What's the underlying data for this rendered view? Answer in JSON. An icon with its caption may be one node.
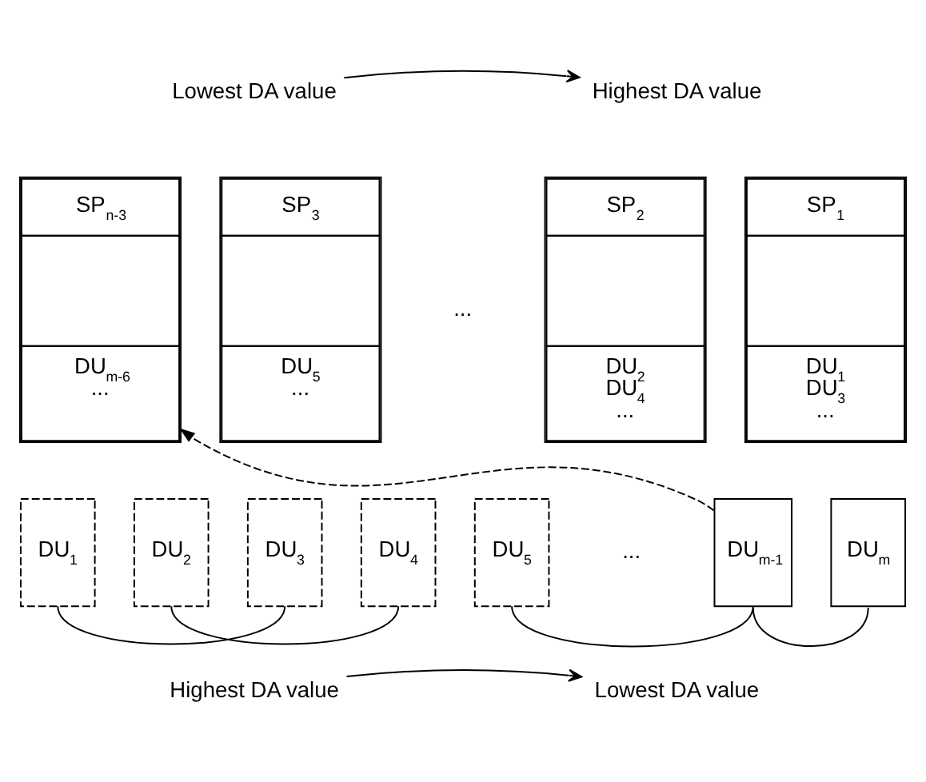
{
  "diagram": {
    "nodes": [
      {
        "text": [
          "SP$_{n-3}$",
          "DU$_{m-6}$ ..."
        ]
      },
      {
        "text": [
          "SP$_{3}$",
          "DU$_{5}$ ..."
        ]
      },
      {
        "text": [
          "SP$_{2}$",
          "DU$_{2}$ DU$_{4}$ ..."
        ]
      },
      {
        "text": [
          "SP$_{1}$",
          "DU$_{1}$ DU$_{3}$ ..."
        ]
      },
      {
        "text": [
          "DU$_{1}$"
        ]
      },
      {
        "text": [
          "DU$_{2}$"
        ]
      },
      {
        "text": [
          "DU$_{3}$"
        ]
      },
      {
        "text": [
          "DU$_{4}$"
        ]
      },
      {
        "text": [
          "DU$_{5}$"
        ]
      },
      {
        "text": [
          "DU$_{m-1}$"
        ]
      },
      {
        "text": [
          "DU$_{m}$"
        ]
      }
    ],
    "edges": [
      {
        "from": 9,
        "to": 0,
        "arrow": "to",
        "style": "dashed"
      },
      {
        "from": 4,
        "to": 6,
        "arrow": "none"
      },
      {
        "from": 5,
        "to": 7,
        "arrow": "none"
      },
      {
        "from": 8,
        "to": 9,
        "arrow": "none"
      },
      {
        "from": 9,
        "to": 10,
        "arrow": "none"
      }
    ],
    "labels": [
      "Lowest DA value",
      "Highest DA value",
      "...",
      "...",
      "Highest DA value",
      "Lowest DA value"
    ]
  }
}
